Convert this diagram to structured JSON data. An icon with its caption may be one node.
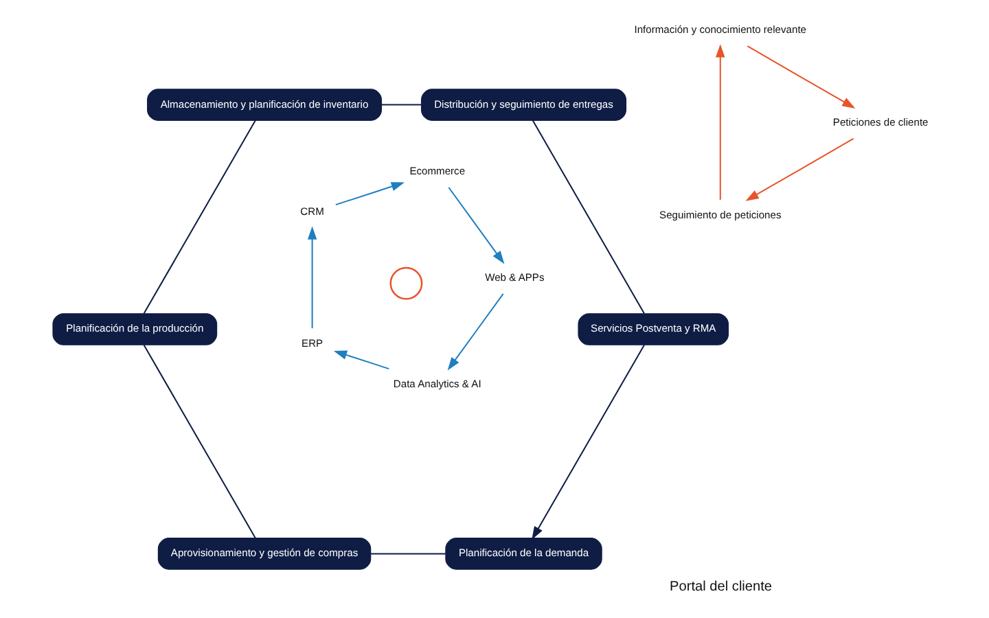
{
  "diagram": {
    "nodes": [
      {
        "text": [
          "Planificación de la demanda"
        ]
      },
      {
        "text": [
          "Aprovisionamiento y gestión de compras"
        ]
      },
      {
        "text": [
          "Planificación de la producción"
        ]
      },
      {
        "text": [
          "Almacenamiento y planificación de inventario"
        ]
      },
      {
        "text": [
          "Distribución y seguimiento de entregas"
        ]
      },
      {
        "text": [
          "Servicios Postventa y RMA"
        ]
      },
      {
        "text": [
          "Data Analytics & AI"
        ]
      },
      {
        "text": [
          "ERP"
        ]
      },
      {
        "text": [
          "CRM"
        ]
      },
      {
        "text": [
          "Ecommerce"
        ]
      },
      {
        "text": [
          "Web & APPs"
        ]
      },
      {
        "text": [
          "Seguimiento de peticiones"
        ]
      },
      {
        "text": [
          "Información y conocimiento relevante"
        ]
      },
      {
        "text": [
          "Peticiones de cliente"
        ]
      },
      {
        "text": [],
        "shape": "person"
      },
      {
        "text": [
          "Portal del cliente"
        ]
      }
    ],
    "edges": [
      {
        "from": 0,
        "to": 1,
        "arrow": "none"
      },
      {
        "from": 1,
        "to": 2,
        "arrow": "none"
      },
      {
        "from": 2,
        "to": 3,
        "arrow": "none"
      },
      {
        "from": 3,
        "to": 4,
        "arrow": "none"
      },
      {
        "from": 4,
        "to": 5,
        "arrow": "none"
      },
      {
        "from": 5,
        "to": 0,
        "arrow": "to"
      },
      {
        "from": 6,
        "to": 7,
        "arrow": "to",
        "color": "#1f7fc0"
      },
      {
        "from": 7,
        "to": 8,
        "arrow": "to",
        "color": "#1f7fc0"
      },
      {
        "from": 8,
        "to": 9,
        "arrow": "to",
        "color": "#1f7fc0"
      },
      {
        "from": 9,
        "to": 10,
        "arrow": "to",
        "color": "#1f7fc0"
      },
      {
        "from": 10,
        "to": 6,
        "arrow": "to",
        "color": "#1f7fc0"
      },
      {
        "from": 11,
        "to": 12,
        "arrow": "to",
        "color": "#e8542a"
      },
      {
        "from": 12,
        "to": 13,
        "arrow": "to",
        "color": "#e8542a"
      },
      {
        "from": 13,
        "to": 11,
        "arrow": "to",
        "color": "#e8542a"
      }
    ]
  }
}
